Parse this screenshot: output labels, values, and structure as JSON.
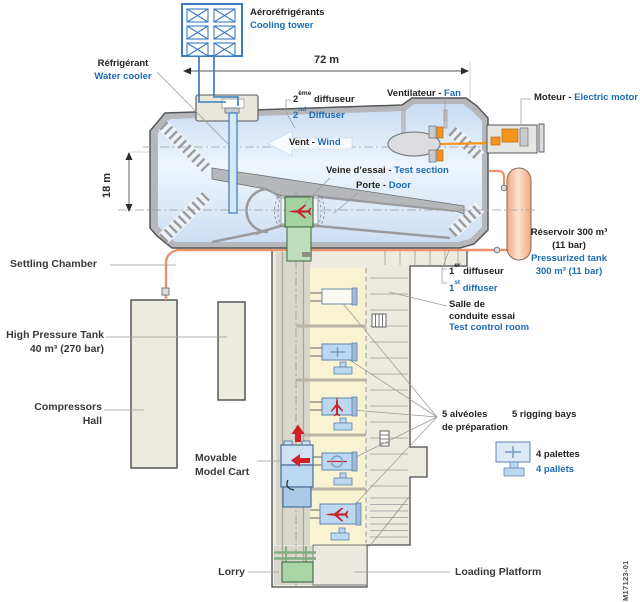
{
  "figure": {
    "subject": "Wind tunnel facility cutaway diagram (bilingual French/English)",
    "reference": "M17123-01"
  },
  "colors": {
    "label_black": "#231f20",
    "label_blue": "#1b6cb5",
    "cooling_blue": "#3a7bbf",
    "tunnel_interior": "#d6e5f6",
    "wall_gray": "#b6b7ba",
    "building_fill": "#edebe0",
    "bay_cream": "#f8f3d2",
    "pallet_blue": "#bcd7f0",
    "cart_green": "#a5d2a1",
    "airplane_red": "#c1272d",
    "motor_orange": "#f7941d",
    "pipe_salmon": "#e8956d",
    "tank_fill": "#f9cdb0"
  },
  "labels": {
    "cooling_tower": {
      "fr": "Aéroréfrigérants",
      "en": "Cooling tower"
    },
    "dim_width": "72 m",
    "dim_height": "18 m",
    "water_cooler": {
      "fr": "Réfrigérant",
      "en": "Water cooler"
    },
    "diffuser2": {
      "fr_base": "2",
      "fr_sup": "ème",
      "fr_rest": " diffuseur",
      "en_base": "2",
      "en_sup": "nd",
      "en_rest": " Diffuser"
    },
    "fan": {
      "fr": "Ventilateur - ",
      "en": "Fan"
    },
    "wind": {
      "fr": "Vent - ",
      "en": "Wind"
    },
    "motor": {
      "fr": "Moteur - ",
      "en": "Electric motor"
    },
    "test_section": {
      "fr": "Veine d’essai - ",
      "en": "Test section"
    },
    "door": {
      "fr": "Porte - ",
      "en": "Door"
    },
    "pressurized_tank": {
      "fr_line1": "Réservoir 300 m³",
      "fr_line2": "(11 bar)",
      "en_line1": "Pressurized tank",
      "en_line2": "300 m³ (11 bar)"
    },
    "diffuser1": {
      "fr_base": "1",
      "fr_sup": "er",
      "fr_rest": " diffuseur",
      "en_base": "1",
      "en_sup": "st",
      "en_rest": " diffuser"
    },
    "control_room": {
      "fr_line1": "Salle de",
      "fr_line2": "conduite essai",
      "en": "Test control room"
    },
    "settling_chamber": "Settling Chamber",
    "high_pressure_tank": {
      "line1": "High Pressure Tank",
      "line2": "40 m³ (270 bar)"
    },
    "compressors_hall": {
      "line1": "Compressors",
      "line2": "Hall"
    },
    "movable_model_cart": {
      "line1": "Movable",
      "line2": "Model Cart"
    },
    "rigging_bays": {
      "fr_line1": "5 alvéoles",
      "fr_line2": "de préparation",
      "en": "5 rigging bays"
    },
    "pallets": {
      "fr": "4 palettes",
      "en": "4 pallets"
    },
    "lorry": "Lorry",
    "loading_platform": "Loading Platform",
    "figure_ref": "M17123-01"
  }
}
